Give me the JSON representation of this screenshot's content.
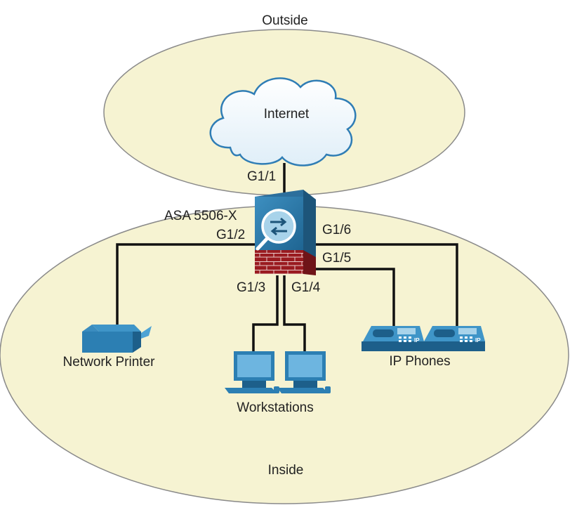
{
  "zones": {
    "outside_label": "Outside",
    "inside_label": "Inside",
    "fill_color": "#f6f3d2",
    "stroke_color": "#8a8a8a"
  },
  "cloud": {
    "label": "Internet"
  },
  "firewall": {
    "label": "ASA 5506-X",
    "body_color": "#2e79a8",
    "brick_color": "#9a1b20"
  },
  "ports": {
    "g1_1": "G1/1",
    "g1_2": "G1/2",
    "g1_3": "G1/3",
    "g1_4": "G1/4",
    "g1_5": "G1/5",
    "g1_6": "G1/6"
  },
  "devices": {
    "printer_label": "Network Printer",
    "workstations_label": "Workstations",
    "phones_label": "IP Phones",
    "phone_badge": "IP",
    "device_color": "#2c7fb3"
  }
}
